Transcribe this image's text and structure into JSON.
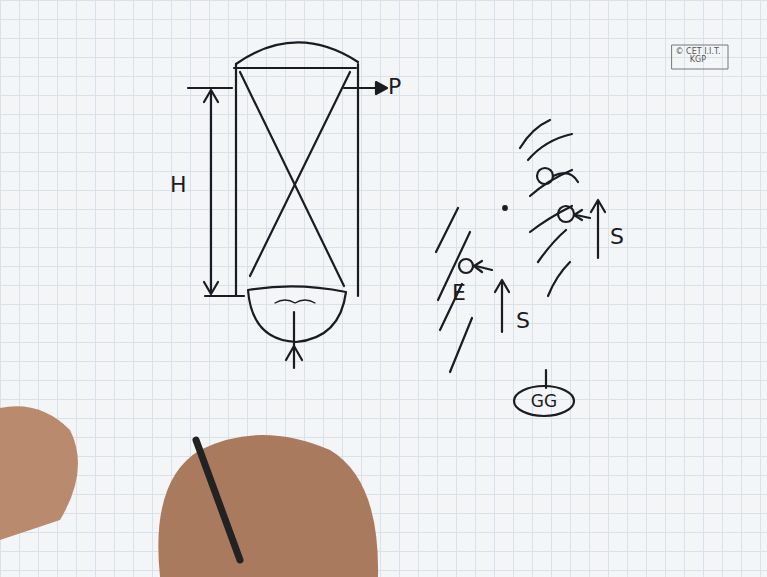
{
  "diagram": {
    "nodes": [
      {
        "text": [
          "GG"
        ]
      }
    ],
    "labels": [
      "H",
      "P",
      "E",
      "S",
      "S",
      "© CET I.I.T. KGP"
    ]
  }
}
